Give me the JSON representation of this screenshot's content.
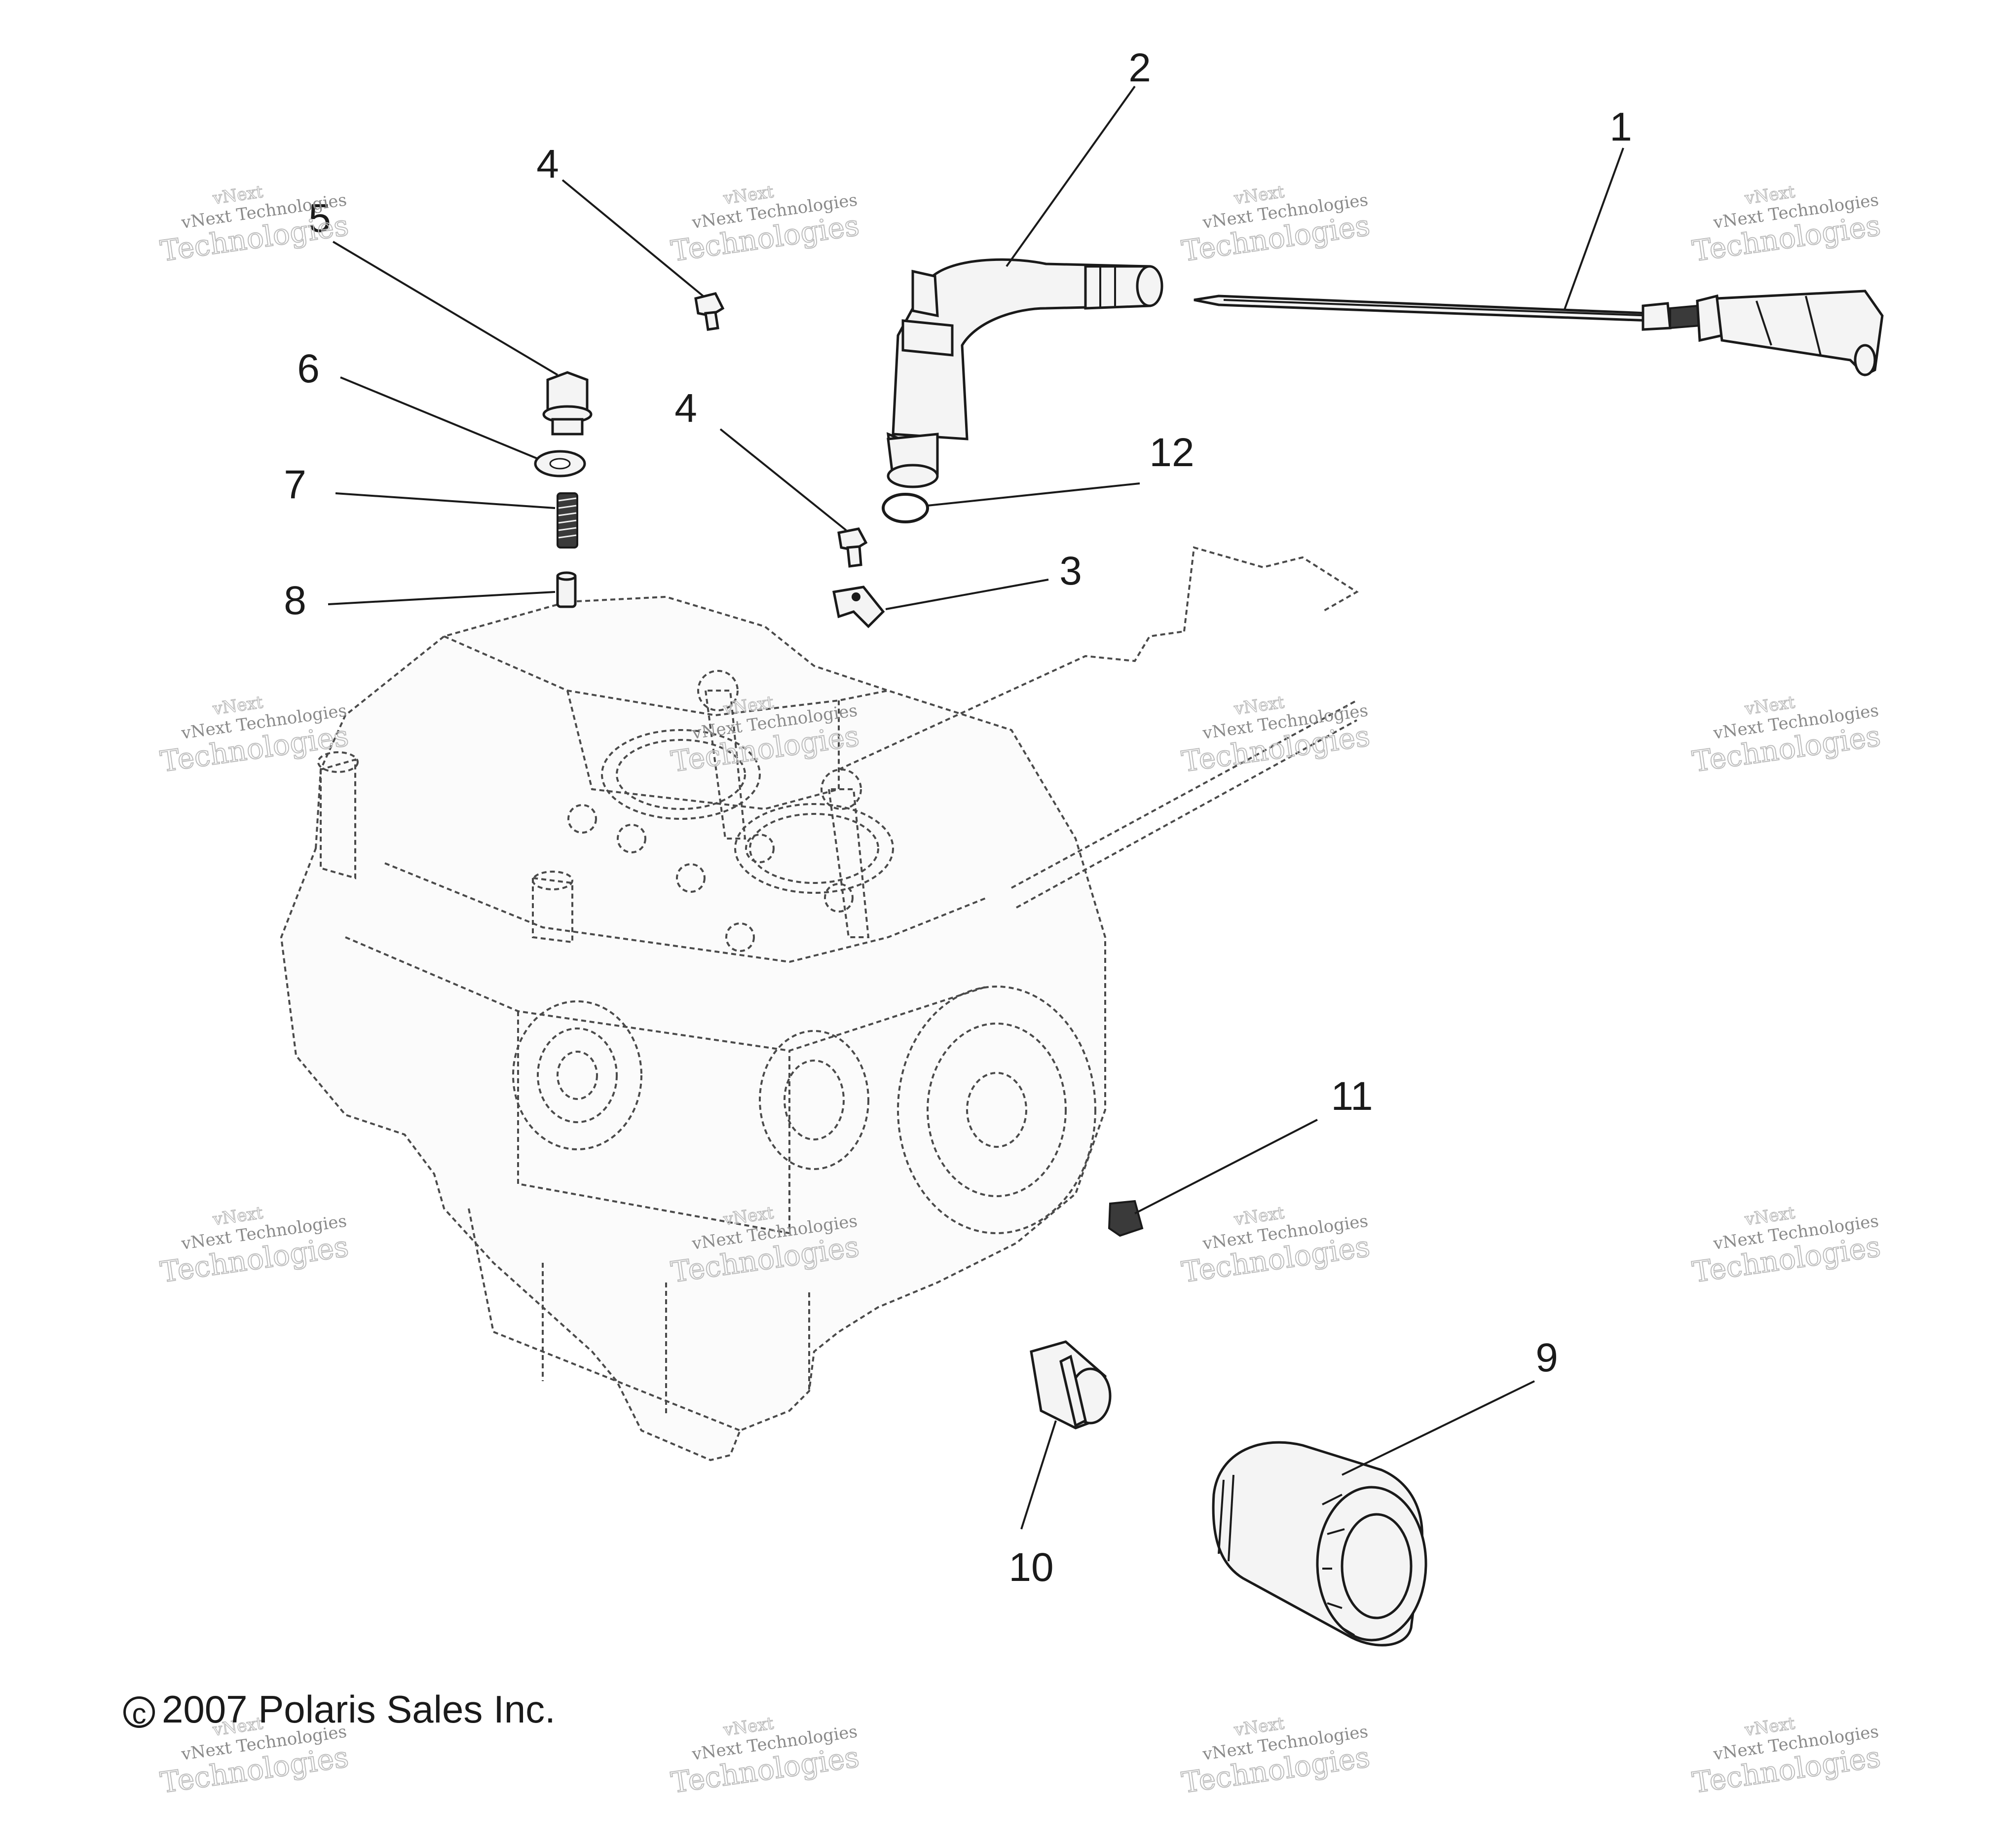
{
  "diagram": {
    "callouts": [
      {
        "id": "c1",
        "label": "1"
      },
      {
        "id": "c2",
        "label": "2"
      },
      {
        "id": "c3",
        "label": "3"
      },
      {
        "id": "c4a",
        "label": "4"
      },
      {
        "id": "c4b",
        "label": "4"
      },
      {
        "id": "c5",
        "label": "5"
      },
      {
        "id": "c6",
        "label": "6"
      },
      {
        "id": "c7",
        "label": "7"
      },
      {
        "id": "c8",
        "label": "8"
      },
      {
        "id": "c9",
        "label": "9"
      },
      {
        "id": "c10",
        "label": "10"
      },
      {
        "id": "c11",
        "label": "11"
      },
      {
        "id": "c12",
        "label": "12"
      }
    ],
    "copyright": "2007 Polaris Sales Inc.",
    "copyright_symbol": "c"
  },
  "watermark": {
    "line1": "vNext Technologies",
    "line2": "Technologies",
    "line3": "vNext"
  }
}
